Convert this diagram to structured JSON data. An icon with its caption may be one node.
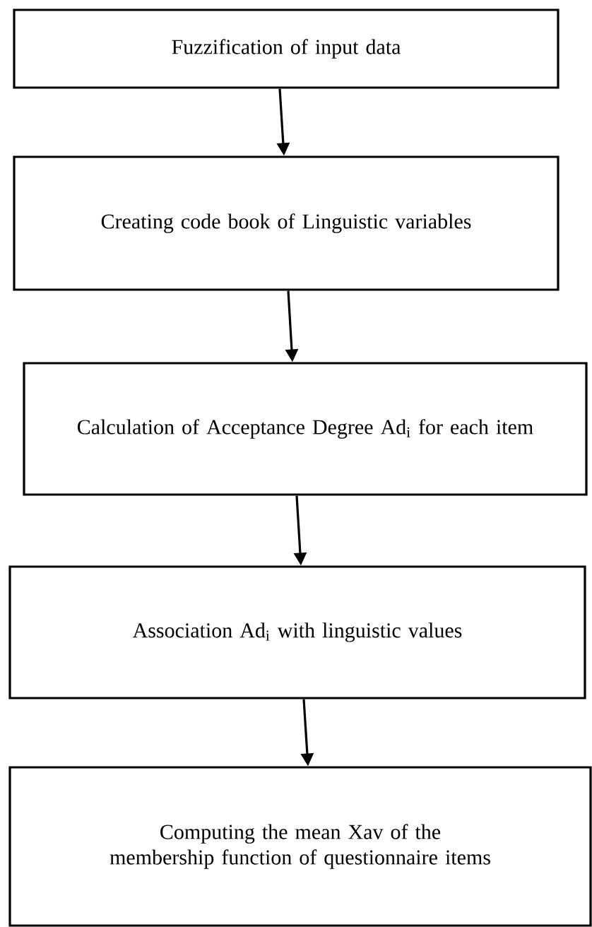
{
  "diagram": {
    "nodes": [
      {
        "text": [
          "Fuzzification of input data"
        ]
      },
      {
        "text": [
          "Creating code book of Linguistic variables"
        ]
      },
      {
        "text": [
          "Calculation of Acceptance Degree Ad$_{i}$ for each item"
        ]
      },
      {
        "text": [
          "Association Ad$_{i}$ with linguistic values"
        ]
      },
      {
        "text": [
          "Computing the mean Xav of the membership function of questionnaire items"
        ]
      }
    ],
    "edges": [
      {
        "from": 0,
        "to": 1,
        "arrow": "to"
      },
      {
        "from": 1,
        "to": 2,
        "arrow": "to"
      },
      {
        "from": 2,
        "to": 3,
        "arrow": "to"
      },
      {
        "from": 3,
        "to": 4,
        "arrow": "to"
      }
    ]
  }
}
